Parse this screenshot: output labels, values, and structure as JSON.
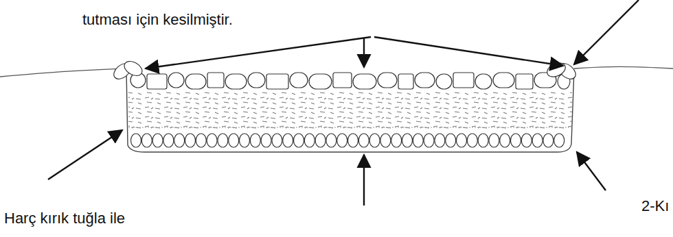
{
  "diagram": {
    "labels": [
      "tutması için kesilmiştir.",
      "Harç kırık tuğla ile",
      "2-Kı"
    ]
  }
}
